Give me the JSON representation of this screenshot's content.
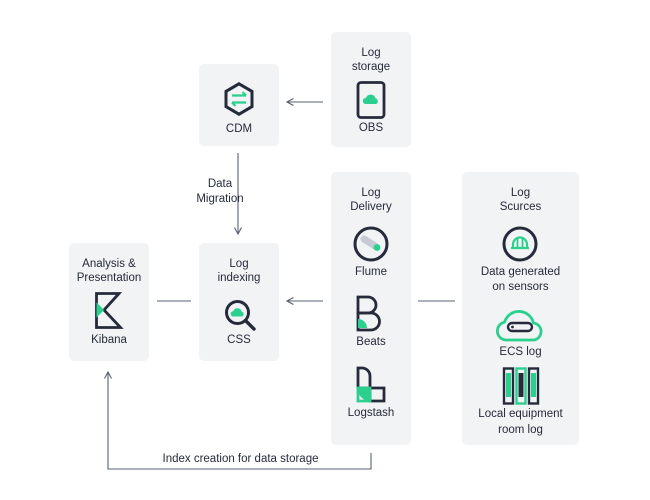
{
  "diagram": {
    "log_storage": {
      "title_line1": "Log",
      "title_line2": "storage",
      "item_label": "OBS",
      "item_icon": "obs-phone-cloud-icon"
    },
    "cdm": {
      "label": "CDM",
      "icon": "cdm-hexagon-arrows-icon"
    },
    "data_migration": {
      "line1": "Data",
      "line2": "Migration"
    },
    "analysis": {
      "title_line1": "Analysis &",
      "title_line2": "Presentation",
      "item_label": "Kibana",
      "item_icon": "kibana-logo-icon"
    },
    "log_indexing": {
      "title_line1": "Log",
      "title_line2": "indexing",
      "item_label": "CSS",
      "item_icon": "css-search-cloud-icon"
    },
    "log_delivery": {
      "title_line1": "Log",
      "title_line2": "Delivery",
      "items": [
        {
          "label": "Flume",
          "icon": "flume-icon"
        },
        {
          "label": "Beats",
          "icon": "beats-logo-icon"
        },
        {
          "label": "Logstash",
          "icon": "logstash-logo-icon"
        }
      ]
    },
    "log_sources": {
      "title_line1": "Log",
      "title_line2": "Scurces",
      "items": [
        {
          "label_line1": "Data generated",
          "label_line2": "on sensors",
          "icon": "sensor-icon"
        },
        {
          "label_line1": "ECS log",
          "icon": "ecs-cloud-server-icon"
        },
        {
          "label_line1": "Local equipment",
          "label_line2": "room log",
          "icon": "server-rack-icon"
        }
      ]
    },
    "index_creation": "Index creation for data storage",
    "colors": {
      "accent": "#2bd08f",
      "dark": "#252b3a",
      "box": "#f2f3f5",
      "line": "#5a6070"
    }
  }
}
